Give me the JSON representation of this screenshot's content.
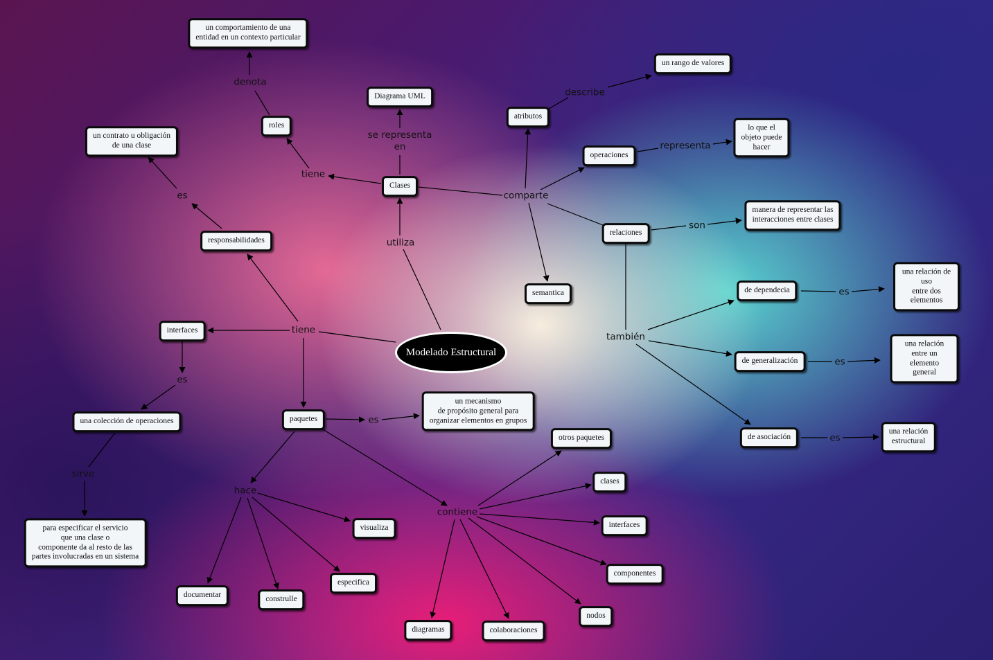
{
  "concepts": {
    "main": "Modelado Estructural",
    "clases": "Clases",
    "diagrama_uml": "Diagrama UML",
    "roles": "roles",
    "comportamiento": "un comportamiento de una\nentidad en un contexto particular",
    "contrato": "un contrato u obligación\nde una clase",
    "responsabilidades": "responsabilidades",
    "interfaces": "interfaces",
    "coleccion": "una colección de operaciones",
    "servicio": "para especificar el servicio\nque una clase o\ncomponente da al resto de las\npartes involucradas en un sistema",
    "paquetes": "paquetes",
    "mecanismo": "un mecanismo\nde propósito general para\norganizar elementos en grupos",
    "documentar": "documentar",
    "construlle": "construlle",
    "especifica": "especifica",
    "visualiza": "visualiza",
    "otros_paquetes": "otros paquetes",
    "clases_sm": "clases",
    "interfaces_sm": "interfaces",
    "componentes": "componentes",
    "nodos": "nodos",
    "colaboraciones": "colaboraciones",
    "diagramas": "diagramas",
    "atributos": "atributos",
    "rango": "un rango de valores",
    "operaciones": "operaciones",
    "objeto": "lo que el\nobjeto puede\nhacer",
    "relaciones": "relaciones",
    "manera": "manera de representar las\ninteracciones entre clases",
    "semantica": "semantica",
    "dependencia": "de dependecia",
    "uso": "una relación de uso\nentre dos elementos",
    "generalizacion": "de generalización",
    "general": "una relación entre un\nelemento general",
    "asociacion": "de asociación",
    "estructural": "una relación\nestructural"
  },
  "phrases": {
    "utiliza": "utiliza",
    "se_representa": "se representa\nen",
    "tiene_clases": "tiene",
    "denota": "denota",
    "es_resp": "es",
    "tiene_main": "tiene",
    "es_int": "es",
    "sirve": "sirve",
    "es_paq": "es",
    "hace": "hace",
    "contiene": "contiene",
    "comparte": "comparte",
    "describe": "describe",
    "representa": "representa",
    "son": "son",
    "tambien": "también",
    "es_dep": "es",
    "es_gen": "es",
    "es_aso": "es"
  }
}
